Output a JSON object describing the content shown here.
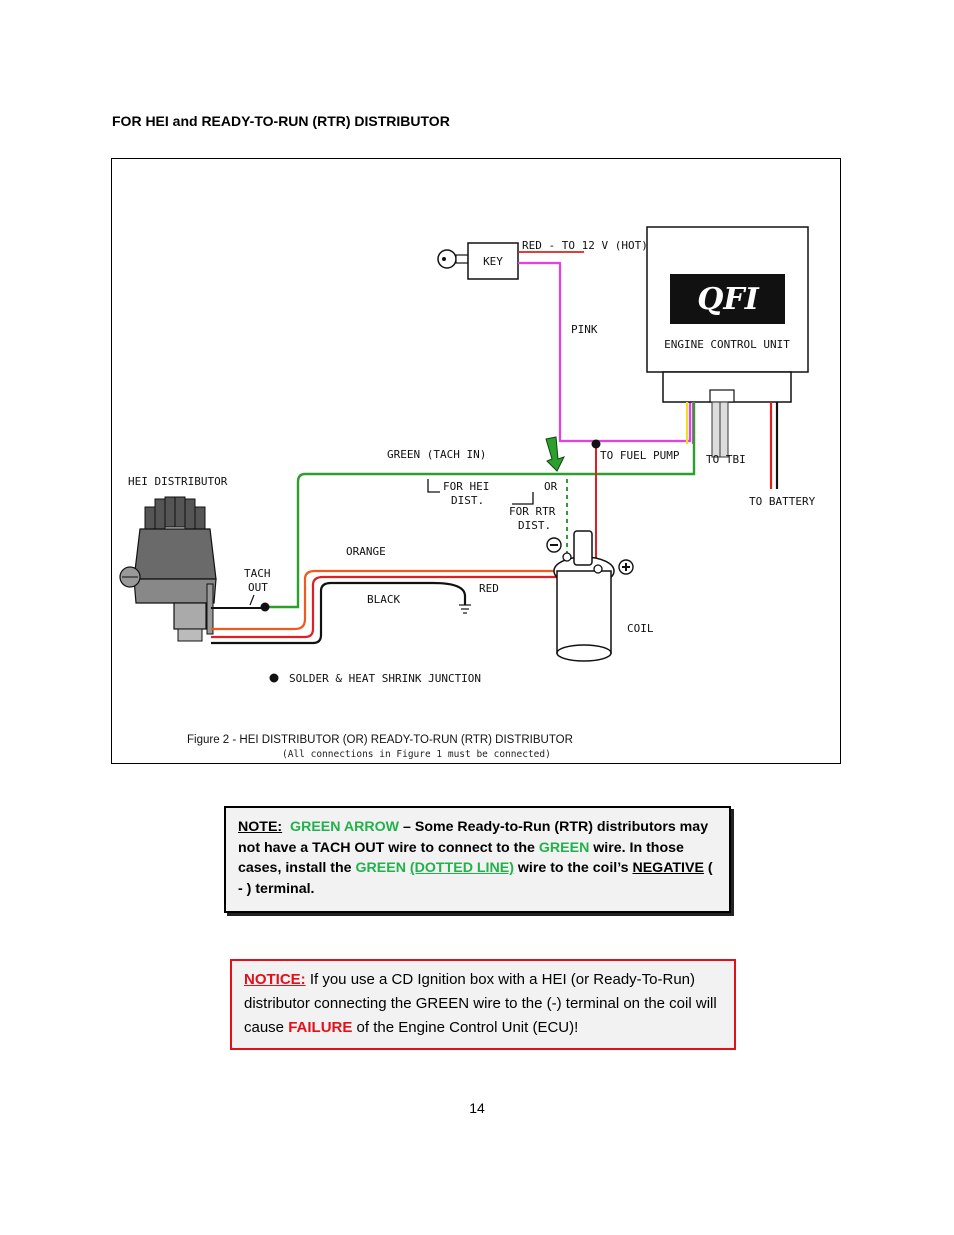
{
  "section_title": "FOR HEI and READY-TO-RUN (RTR) DISTRIBUTOR",
  "diagram": {
    "key": "KEY",
    "red_to_12v": "RED - TO 12 V (HOT)",
    "pink": "PINK",
    "ecu_logo": "QFI",
    "ecu_label": "ENGINE CONTROL UNIT",
    "green_tach_in": "GREEN (TACH IN)",
    "to_fuel_pump": "TO FUEL PUMP",
    "to_tbi": "TO TBI",
    "to_battery": "TO BATTERY",
    "hei_distributor": "HEI DISTRIBUTOR",
    "for_hei_line1": "FOR HEI",
    "for_hei_line2": "DIST.",
    "or": "OR",
    "for_rtr_line1": "FOR RTR",
    "for_rtr_line2": "DIST.",
    "orange": "ORANGE",
    "tach_line1": "TACH",
    "tach_line2": "OUT",
    "black": "BLACK",
    "red": "RED",
    "coil": "COIL",
    "solder_legend": "SOLDER & HEAT SHRINK JUNCTION",
    "caption": "Figure 2 -  HEI DISTRIBUTOR (OR) READY-TO-RUN (RTR) DISTRIBUTOR",
    "subcaption": "(All connections in Figure 1 must be connected)"
  },
  "note": {
    "label": "NOTE:",
    "green_arrow": "GREEN ARROW",
    "t1": " – Some Ready-to-Run (RTR) distributors may not have a TACH OUT wire to connect to the ",
    "green_word": "GREEN",
    "t2": " wire.  In those cases, install the ",
    "green_word2": "GREEN",
    "dotted_line": "(DOTTED LINE)",
    "t3": " wire to the coil’s ",
    "negative": "NEGATIVE",
    "t4": " ( - ) terminal."
  },
  "notice": {
    "label": "NOTICE:",
    "t1": "  If you use a CD Ignition box with a HEI (or Ready-To-Run) distributor connecting the GREEN wire to the (-) terminal on the coil will cause ",
    "failure": "FAILURE",
    "t2": " of the Engine Control Unit (ECU)!"
  },
  "page_number": "14",
  "colors": {
    "pink": "#e83ee8",
    "green": "#2ca02c",
    "red": "#e02020",
    "orange": "#f05a1e",
    "yellow": "#f0e020",
    "notice_red": "#e3101a",
    "note_green": "#21b24b"
  }
}
